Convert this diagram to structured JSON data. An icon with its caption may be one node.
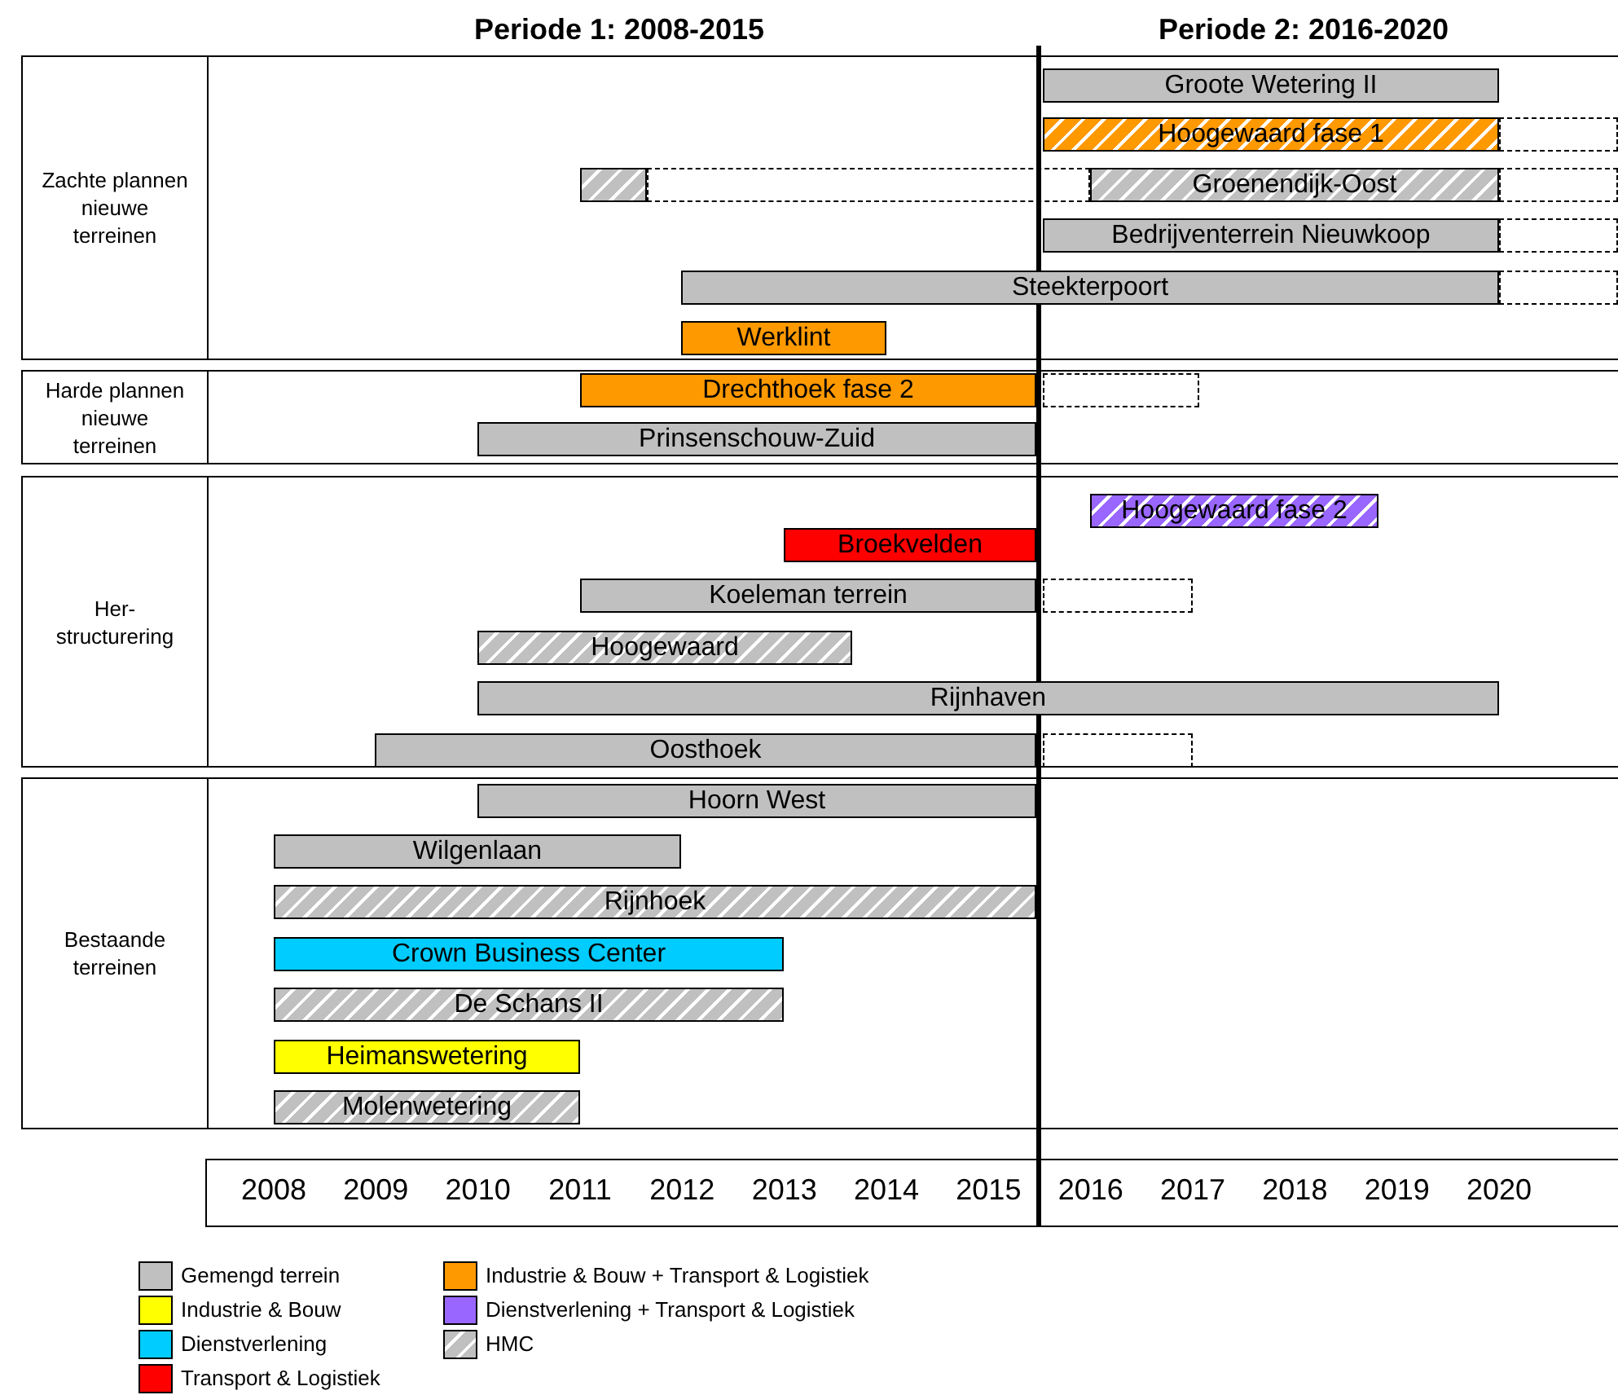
{
  "diagram": {
    "nodes": [
      {
        "text": [
          "Zachte plannen nieuwe terreinen"
        ]
      },
      {
        "text": [
          "Groote Wetering II"
        ],
        "in": 0
      },
      {
        "text": [
          "Hoogewaard fase 1"
        ],
        "in": 0
      },
      {
        "text": [],
        "shape": "box",
        "in": 0
      },
      {
        "text": [],
        "shape": "bar",
        "in": 0
      },
      {
        "text": [],
        "shape": "box",
        "in": 0
      },
      {
        "text": [
          "Groenendijk-Oost"
        ],
        "in": 0
      },
      {
        "text": [],
        "shape": "box",
        "in": 0
      },
      {
        "text": [
          "Bedrijventerrein Nieuwkoop"
        ],
        "in": 0
      },
      {
        "text": [],
        "shape": "box",
        "in": 0
      },
      {
        "text": [
          "Steekterpoort"
        ],
        "in": 0
      },
      {
        "text": [],
        "shape": "box",
        "in": 0
      },
      {
        "text": [
          "Werklint"
        ],
        "in": 0
      },
      {
        "text": [
          "Harde plannen nieuwe terreinen"
        ]
      },
      {
        "text": [
          "Drechthoek fase 2"
        ],
        "in": 13
      },
      {
        "text": [],
        "shape": "box",
        "in": 13
      },
      {
        "text": [
          "Prinsenschouw-Zuid"
        ],
        "in": 13
      },
      {
        "text": [
          "Her- structurering"
        ]
      },
      {
        "text": [
          "Hoogewaard fase 2"
        ],
        "in": 17
      },
      {
        "text": [
          "Broekvelden"
        ],
        "in": 17
      },
      {
        "text": [
          "Koeleman terrein"
        ],
        "in": 17
      },
      {
        "text": [],
        "shape": "box",
        "in": 17
      },
      {
        "text": [
          "Hoogewaard"
        ],
        "in": 17
      },
      {
        "text": [
          "Rijnhaven"
        ],
        "in": 17
      },
      {
        "text": [
          "Oosthoek"
        ],
        "in": 17
      },
      {
        "text": [],
        "shape": "box",
        "in": 17
      },
      {
        "text": [
          "Bestaande terreinen"
        ]
      },
      {
        "text": [
          "Hoorn West"
        ],
        "in": 26
      },
      {
        "text": [
          "Wilgenlaan"
        ],
        "in": 26
      },
      {
        "text": [
          "Rijnhoek"
        ],
        "in": 26
      },
      {
        "text": [
          "Crown Business Center"
        ],
        "in": 26
      },
      {
        "text": [
          "De Schans II"
        ],
        "in": 26
      },
      {
        "text": [
          "Heimanswetering"
        ],
        "in": 26
      },
      {
        "text": [
          "Molenwetering"
        ],
        "in": 26
      }
    ],
    "labels": [
      "Periode 1: 2008-2015",
      "Periode 2: 2016-2020",
      "2008",
      "2009",
      "2010",
      "2011",
      "2012",
      "2013",
      "2014",
      "2015",
      "2016",
      "2017",
      "2018",
      "2019",
      "2020"
    ],
    "legend": [
      {
        "text": "Gemengd terrein",
        "color": "#c0c0c0"
      },
      {
        "text": "Industrie & Bouw",
        "color": "#ffff00"
      },
      {
        "text": "Dienstverlening",
        "color": "#00ccff"
      },
      {
        "text": "Transport & Logistiek",
        "color": "#ff0000"
      },
      {
        "text": "Industrie & Bouw + Transport & Logistiek",
        "color": "#ff9900"
      },
      {
        "text": "Dienstverlening + Transport & Logistiek",
        "color": "#9966ff"
      },
      {
        "text": "HMC"
      }
    ]
  }
}
